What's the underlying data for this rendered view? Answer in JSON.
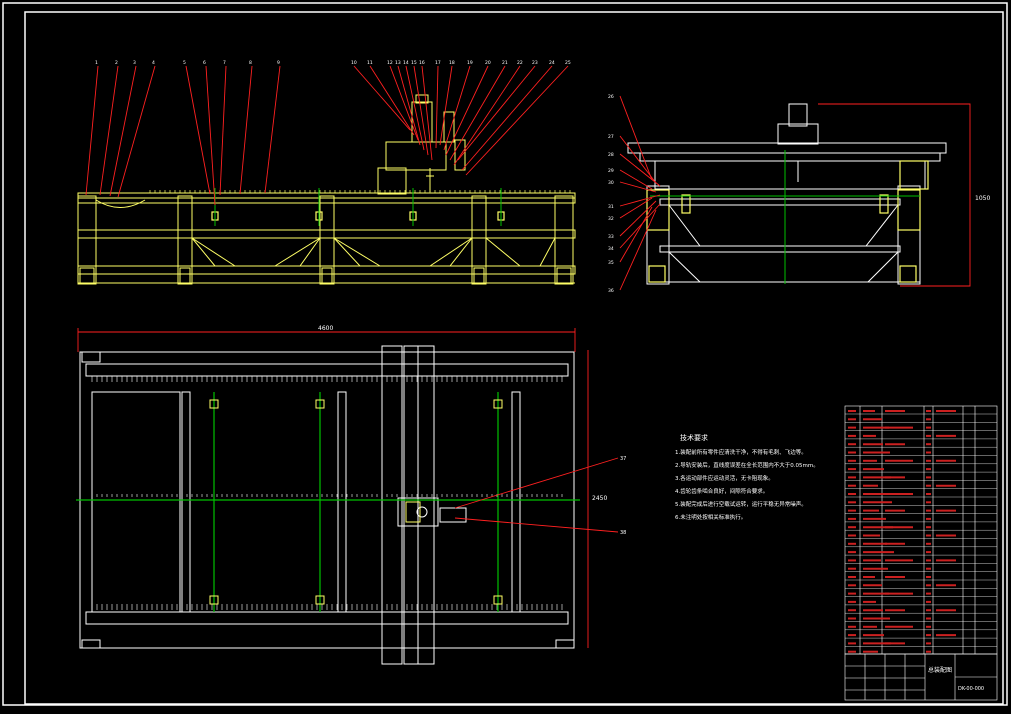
{
  "drawing": {
    "colors": {
      "background": "#000000",
      "frame": "#ffffff",
      "structure": "#ffff66",
      "leader": "#ff2020",
      "centerline": "#00c000",
      "text": "#ffffff",
      "accent": "#ffa000"
    },
    "front_view_labels": [
      "1",
      "2",
      "3",
      "4",
      "5",
      "6",
      "7",
      "8",
      "9",
      "10",
      "11",
      "12",
      "13",
      "14",
      "15",
      "16",
      "17",
      "18",
      "19",
      "20",
      "21",
      "22",
      "23",
      "24",
      "25"
    ],
    "side_view_labels": [
      "26",
      "27",
      "28",
      "29",
      "30",
      "31",
      "32",
      "33",
      "34",
      "35",
      "36"
    ],
    "plan_view_labels": [
      "37",
      "38"
    ],
    "dimensions": {
      "overall_length": "4600",
      "plan_width": "2450",
      "side_height": "1050"
    },
    "technical_requirements": {
      "title": "技术要求",
      "items": [
        "1.装配前所有零件应清洗干净，不得有毛刺、飞边等。",
        "2.导轨安装后，直线度误差在全长范围内不大于0.05mm。",
        "3.各运动部件应运动灵活，无卡阻现象。",
        "4.齿轮齿条啮合良好，间隙符合要求。",
        "5.装配完成后进行空载试运转，运行平稳无异常噪声。",
        "6.未注明处按相关标准执行。"
      ]
    },
    "title_block": {
      "drawing_name": "总装配图",
      "drawing_number": "DK-00-000"
    }
  }
}
